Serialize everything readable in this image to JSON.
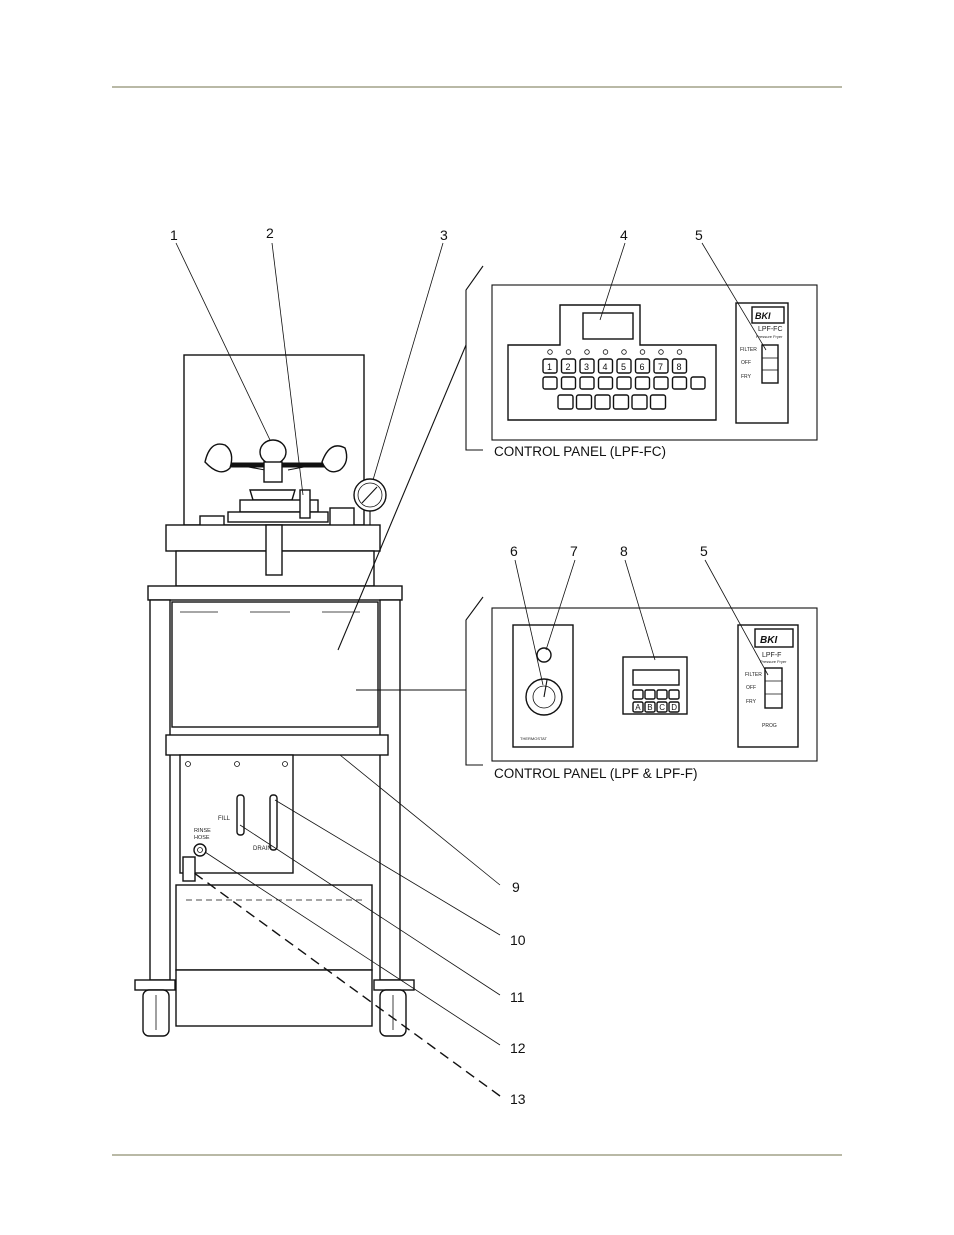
{
  "callouts": {
    "c1": "1",
    "c2": "2",
    "c3": "3",
    "c4": "4",
    "c5a": "5",
    "c6": "6",
    "c7": "7",
    "c8": "8",
    "c5b": "5",
    "c9": "9",
    "c10": "10",
    "c11": "11",
    "c12": "12",
    "c13": "13"
  },
  "panel_fc": {
    "caption": "CONTROL PANEL (LPF-FC)",
    "keys": [
      "1",
      "2",
      "3",
      "4",
      "5",
      "6",
      "7",
      "8"
    ],
    "model": "LPF-FC",
    "model_sub": "Pressure Fryer",
    "logo": "BKI",
    "switch_filter": "FILTER",
    "switch_off": "OFF",
    "switch_fry": "FRY"
  },
  "panel_f": {
    "caption": "CONTROL PANEL (LPF & LPF-F)",
    "thermostat_label": "THERMOSTAT",
    "keypad_keys": [
      "A",
      "B",
      "C",
      "D"
    ],
    "model": "LPF-F",
    "model_sub": "Pressure Fryer",
    "logo": "BKI",
    "switch_filter": "FILTER",
    "switch_off": "OFF",
    "switch_fry": "FRY",
    "power_label": "PROG"
  },
  "fryer_labels": {
    "fill": "FILL",
    "drain": "DRAIN",
    "rinse_line1": "RINSE",
    "rinse_line2": "HOSE"
  }
}
